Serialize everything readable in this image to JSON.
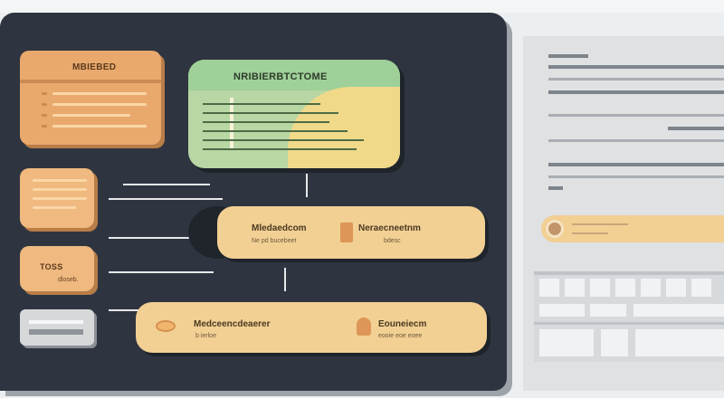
{
  "cards": {
    "top_left": {
      "title": "MBIEBED"
    },
    "mid_left": {
      "title": ""
    },
    "third_left": {
      "title": "TOSS",
      "sub": "dloseb."
    },
    "gray": {
      "title": ""
    }
  },
  "green_panel": {
    "title": "NRIBIERBTCTOME"
  },
  "pills": {
    "upper": {
      "left_label": "Mledaedcom",
      "left_sub": "Ne pd bucebeet",
      "right_label": "Neraecneetnm",
      "right_sub": "bdesc"
    },
    "lower": {
      "left_label": "Medceencdeaerer",
      "left_sub": "b ierloe",
      "right_label": "Eouneiecm",
      "right_sub": "eooie eoe eoee"
    }
  },
  "colors": {
    "panel": "#2f3540",
    "card_orange": "#e9a96d",
    "pill_cream": "#f2cf93",
    "green": "#9fd099",
    "doc_gray": "#dfe1e3"
  }
}
